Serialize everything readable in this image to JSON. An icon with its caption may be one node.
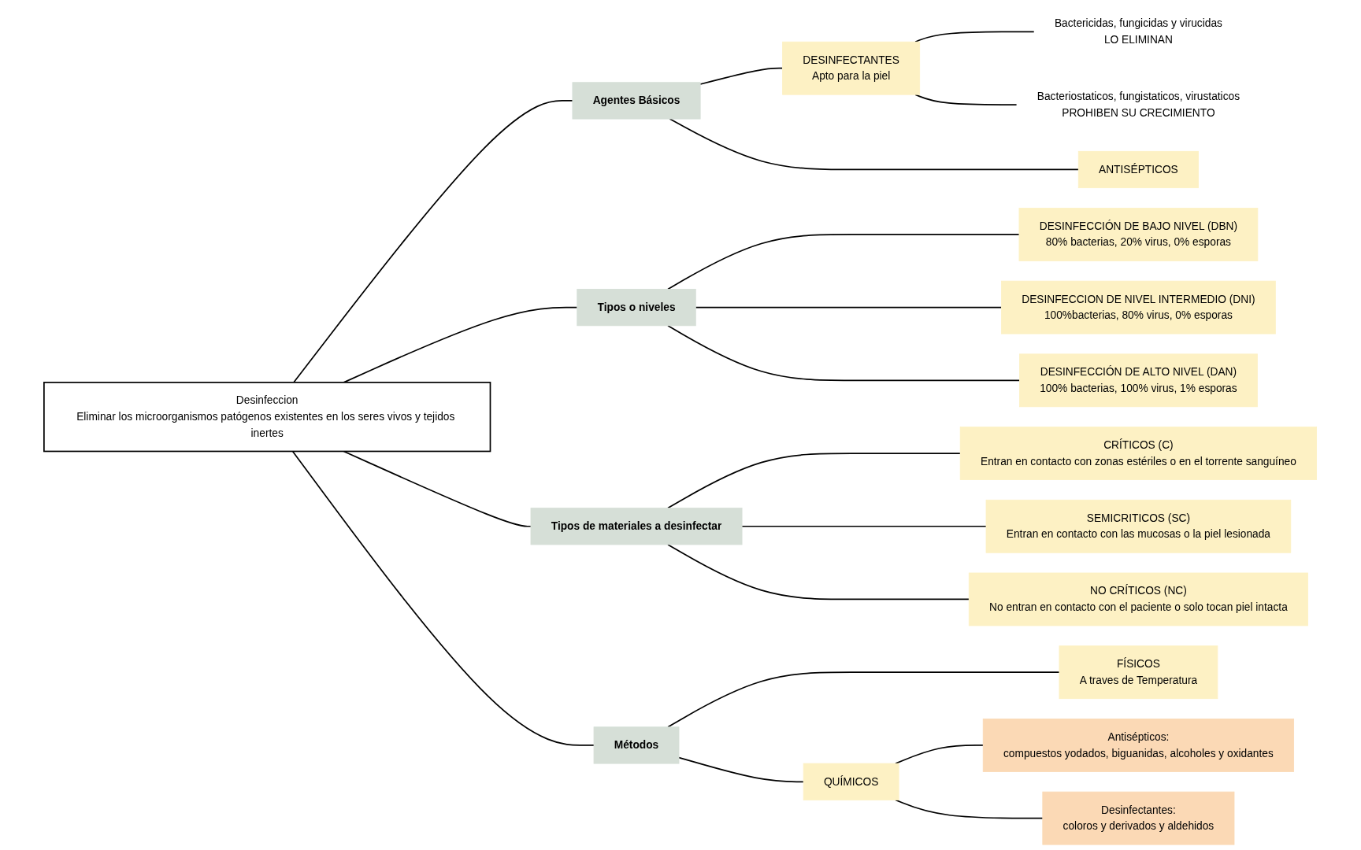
{
  "diagram": {
    "nodes": [
      {
        "text": [
          "Desinfeccion",
          "Eliminar los microorganismos patógenos existentes en los seres vivos y tejidos inertes"
        ]
      },
      {
        "text": [
          "Agentes Básicos"
        ]
      },
      {
        "text": [
          "DESINFECTANTES",
          "Apto para la piel"
        ]
      },
      {
        "text": [
          "Bactericidas, fungicidas y virucidas",
          "LO ELIMINAN"
        ]
      },
      {
        "text": [
          "Bacteriostaticos, fungistaticos, virustaticos",
          "PROHIBEN SU CRECIMIENTO"
        ]
      },
      {
        "text": [
          "ANTISÉPTICOS"
        ]
      },
      {
        "text": [
          "Tipos o niveles"
        ]
      },
      {
        "text": [
          "DESINFECCIÓN DE BAJO NIVEL (DBN)",
          "80% bacterias, 20% virus, 0% esporas"
        ]
      },
      {
        "text": [
          "DESINFECCION DE NIVEL INTERMEDIO (DNI)",
          "100%bacterias, 80% virus, 0% esporas"
        ]
      },
      {
        "text": [
          "DESINFECCIÓN DE ALTO NIVEL (DAN)",
          "100% bacterias, 100% virus, 1% esporas"
        ]
      },
      {
        "text": [
          "Tipos de materiales a desinfectar"
        ]
      },
      {
        "text": [
          "CRÍTICOS (C)",
          "Entran en contacto con zonas estériles o en el torrente sanguíneo"
        ]
      },
      {
        "text": [
          "SEMICRITICOS (SC)",
          "Entran en contacto con las mucosas o la piel lesionada"
        ]
      },
      {
        "text": [
          "NO CRÍTICOS (NC)",
          "No entran en contacto con el paciente o solo tocan piel intacta"
        ]
      },
      {
        "text": [
          "Métodos"
        ]
      },
      {
        "text": [
          "FÍSICOS",
          "A traves de Temperatura"
        ]
      },
      {
        "text": [
          "QUÍMICOS"
        ]
      },
      {
        "text": [
          "Antisépticos:",
          "compuestos yodados, biguanidas, alcoholes y oxidantes"
        ]
      },
      {
        "text": [
          "Desinfectantes:",
          "coloros y derivados y aldehidos"
        ]
      }
    ],
    "edges": [
      {
        "from": 0,
        "to": 1,
        "arrow": "none"
      },
      {
        "from": 1,
        "to": 2,
        "arrow": "none"
      },
      {
        "from": 2,
        "to": 3,
        "arrow": "none"
      },
      {
        "from": 2,
        "to": 4,
        "arrow": "none"
      },
      {
        "from": 1,
        "to": 5,
        "arrow": "none"
      },
      {
        "from": 0,
        "to": 6,
        "arrow": "none"
      },
      {
        "from": 6,
        "to": 7,
        "arrow": "none"
      },
      {
        "from": 6,
        "to": 8,
        "arrow": "none"
      },
      {
        "from": 6,
        "to": 9,
        "arrow": "none"
      },
      {
        "from": 0,
        "to": 10,
        "arrow": "none"
      },
      {
        "from": 10,
        "to": 11,
        "arrow": "none"
      },
      {
        "from": 10,
        "to": 12,
        "arrow": "none"
      },
      {
        "from": 10,
        "to": 13,
        "arrow": "none"
      },
      {
        "from": 0,
        "to": 14,
        "arrow": "none"
      },
      {
        "from": 14,
        "to": 15,
        "arrow": "none"
      },
      {
        "from": 14,
        "to": 16,
        "arrow": "none"
      },
      {
        "from": 16,
        "to": 17,
        "arrow": "none"
      },
      {
        "from": 16,
        "to": 18,
        "arrow": "none"
      }
    ]
  }
}
